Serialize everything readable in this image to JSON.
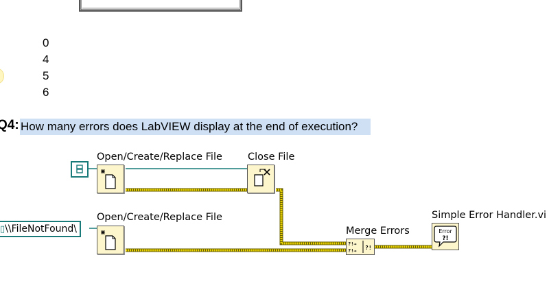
{
  "answers": [
    "0",
    "4",
    "5",
    "6"
  ],
  "question": {
    "label": "Q4:",
    "text": "How many errors does LabVIEW display at the end of execution?"
  },
  "diagram": {
    "open_file_1_label": "Open/Create/Replace File",
    "close_file_label": "Close File",
    "open_file_2_label": "Open/Create/Replace File",
    "merge_errors_label": "Merge Errors",
    "error_handler_label": "Simple Error Handler.vi",
    "path_constant": "\\\\FileNotFound\\",
    "error_glyph": "Error ?!"
  },
  "colors": {
    "refnum_wire": "#197a7a",
    "error_wire": "#c8b400",
    "highlight": "#cfe0f5"
  }
}
